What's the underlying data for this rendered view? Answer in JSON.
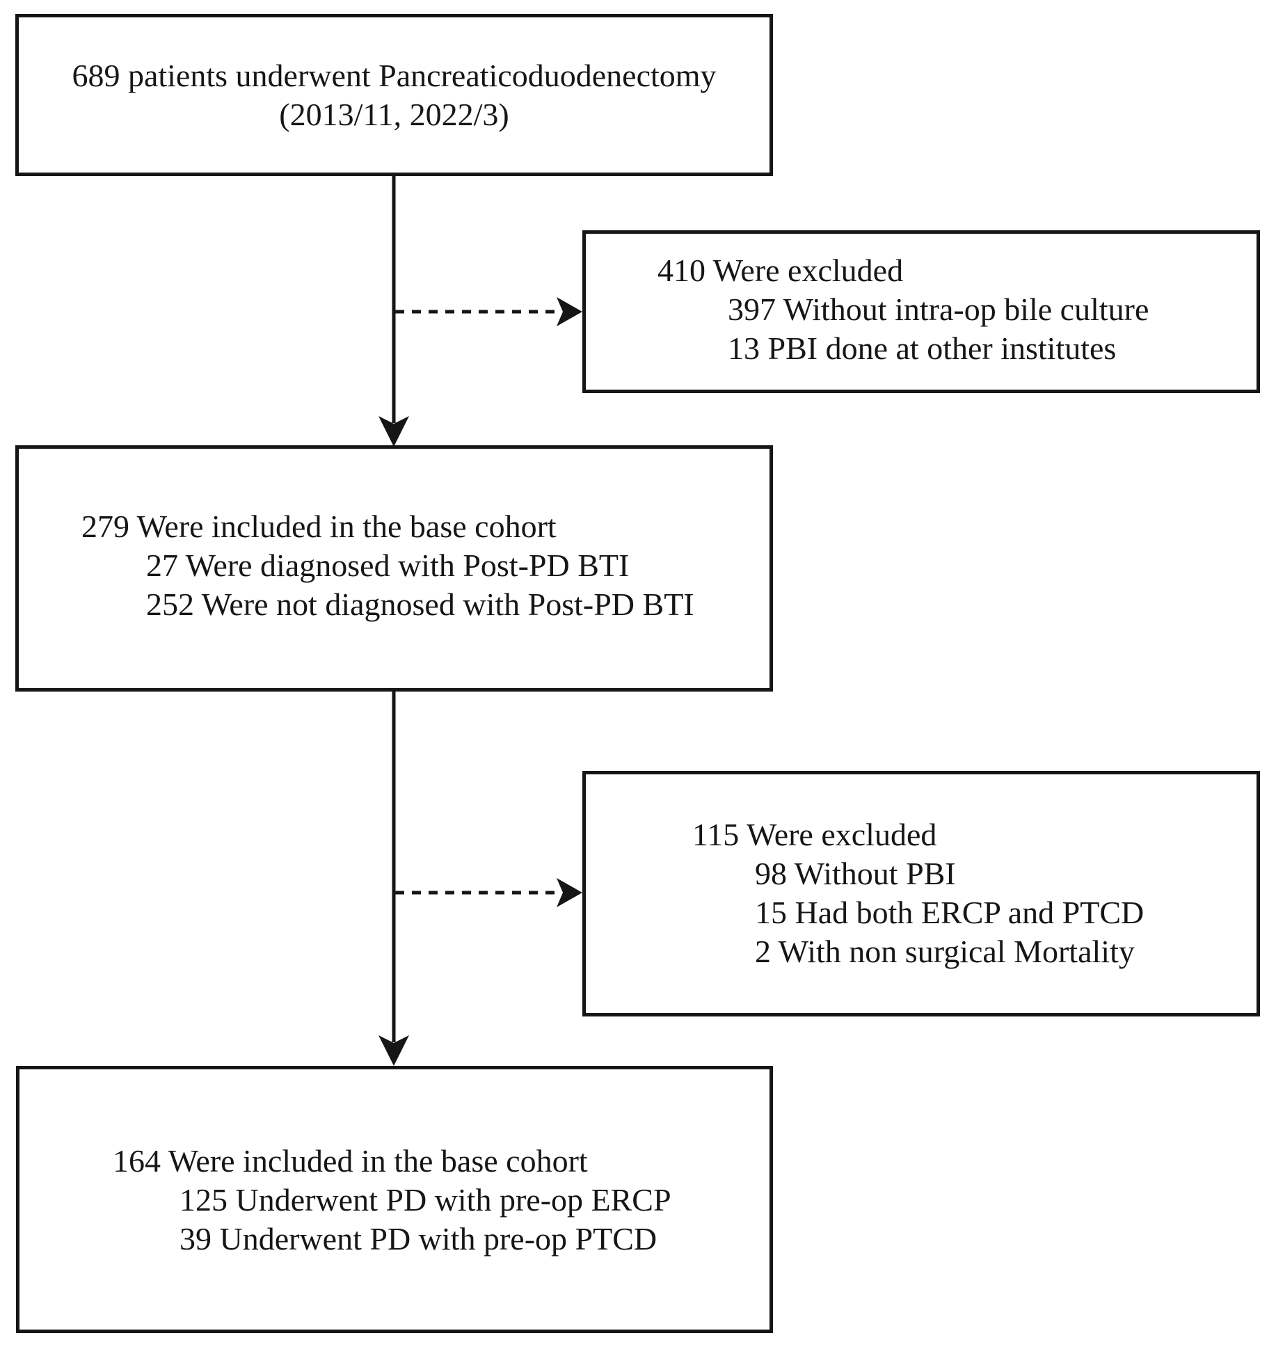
{
  "figure": {
    "type": "patient-flow-diagram",
    "background_color": "#ffffff",
    "line_color": "#161616",
    "boxes": [
      {
        "name": "enrollment",
        "lines": [
          "689 patients underwent Pancreaticoduodenectomy",
          "(2013/11, 2022/3)"
        ]
      },
      {
        "name": "exclusion-1",
        "lines": [
          "410 Were excluded",
          "397 Without intra-op bile culture",
          "13 PBI done at other institutes"
        ]
      },
      {
        "name": "base-cohort",
        "lines": [
          "279 Were included in the base cohort",
          "27 Were diagnosed with Post-PD BTI",
          "252 Were not diagnosed with Post-PD BTI"
        ]
      },
      {
        "name": "exclusion-2",
        "lines": [
          "115 Were excluded",
          "98 Without PBI",
          "15 Had both ERCP and PTCD",
          "2 With non surgical Mortality"
        ]
      },
      {
        "name": "final-cohort",
        "lines": [
          "164 Were included in the base cohort",
          "125 Underwent PD with pre-op ERCP",
          "39 Underwent PD with pre-op PTCD"
        ]
      }
    ]
  }
}
